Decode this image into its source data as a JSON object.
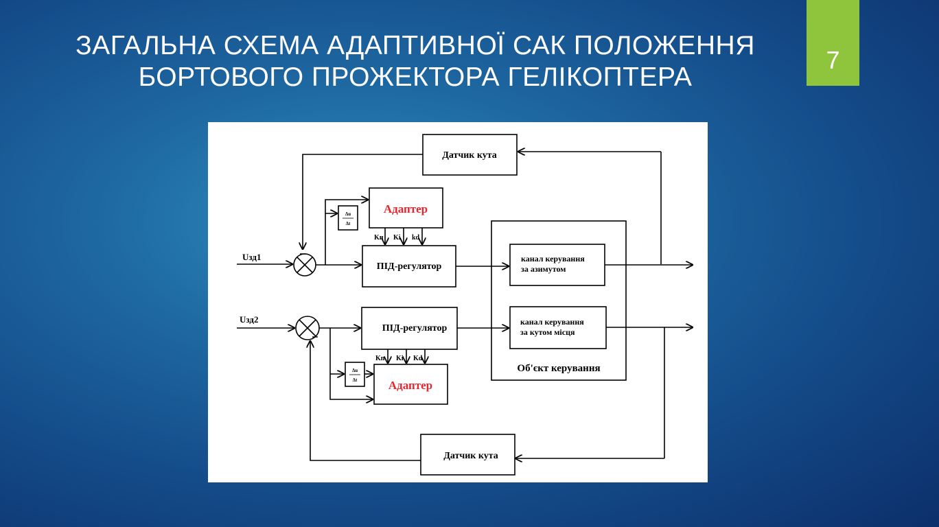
{
  "slide": {
    "title_line1": "ЗАГАЛЬНА СХЕМА АДАПТИВНОЇ САК ПОЛОЖЕННЯ",
    "title_line2": "БОРТОВОГО ПРОЖЕКТОРА ГЕЛІКОПТЕРА",
    "number": "7",
    "accent_color": "#8fc43d"
  },
  "diagram": {
    "sensor_top": "Датчик кута",
    "sensor_bottom": "Датчик кута",
    "adapter_top": "Адаптер",
    "adapter_bottom": "Адаптер",
    "adapter_color": "#e8242c",
    "pid_top": "ПІД-регулятор",
    "pid_bottom": "ПІД-регулятор",
    "input1": "Uзд1",
    "input2": "Uзд2",
    "gain_kp": "Kп",
    "gain_ki": "Ki",
    "gain_kd": "kd",
    "gain_kd2": "Kd",
    "deriv_num": "Δu",
    "deriv_den": "Δt",
    "channel_azimuth_line1": "канал керування",
    "channel_azimuth_line2": "за азимутом",
    "channel_elev_line1": "канал керування",
    "channel_elev_line2": "за кутом місця",
    "plant_label": "Об'єкт керування"
  }
}
